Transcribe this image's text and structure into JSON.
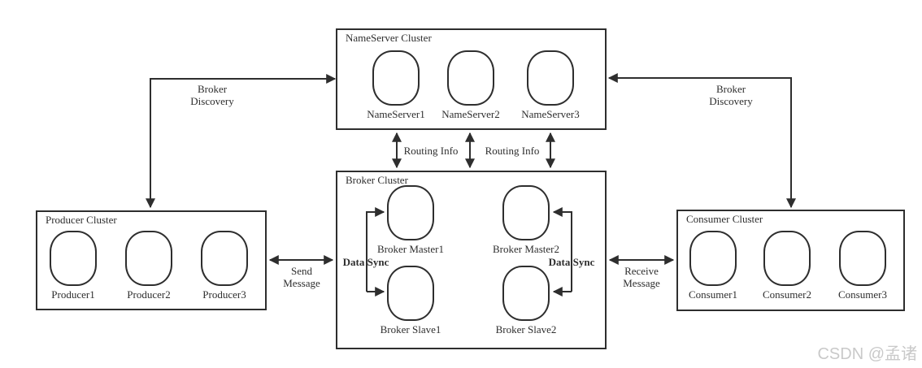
{
  "colors": {
    "line": "#2e2e2e",
    "watermark": "#c9c9c9"
  },
  "clusters": {
    "nameserver": {
      "title": "NameServer Cluster",
      "nodes": [
        "NameServer1",
        "NameServer2",
        "NameServer3"
      ]
    },
    "broker": {
      "title": "Broker Cluster",
      "nodes": [
        "Broker Master1",
        "Broker Master2",
        "Broker Slave1",
        "Broker Slave2"
      ]
    },
    "producer": {
      "title": "Producer Cluster",
      "nodes": [
        "Producer1",
        "Producer2",
        "Producer3"
      ]
    },
    "consumer": {
      "title": "Consumer Cluster",
      "nodes": [
        "Consumer1",
        "Consumer2",
        "Consumer3"
      ]
    }
  },
  "edge_labels": {
    "broker_discovery_left": {
      "line1": "Broker",
      "line2": "Discovery"
    },
    "broker_discovery_right": {
      "line1": "Broker",
      "line2": "Discovery"
    },
    "routing_info_left": "Routing Info",
    "routing_info_right": "Routing Info",
    "send_message": {
      "line1": "Send",
      "line2": "Message"
    },
    "receive_message": {
      "line1": "Receive",
      "line2": "Message"
    },
    "data_sync_left": "Data Sync",
    "data_sync_right": "Data Sync"
  },
  "watermark": "CSDN @孟诸"
}
